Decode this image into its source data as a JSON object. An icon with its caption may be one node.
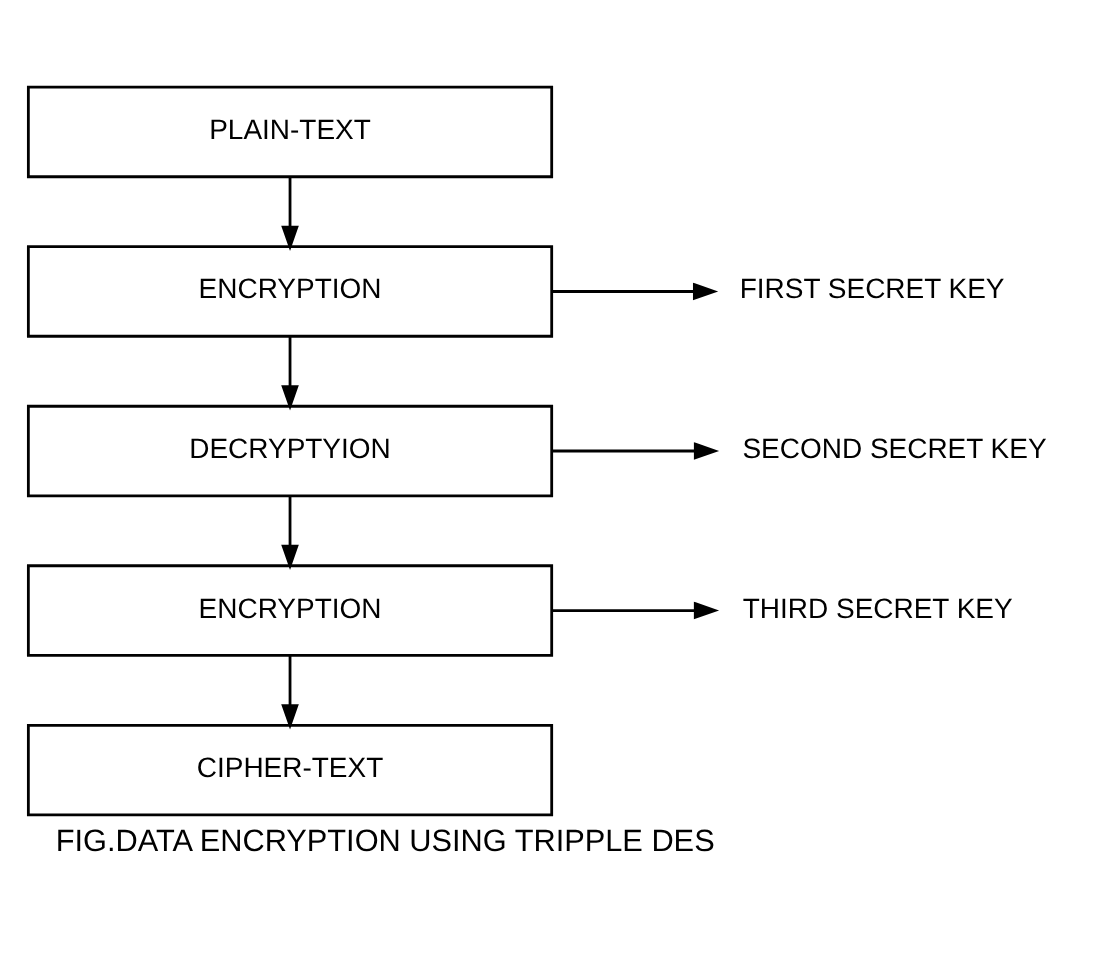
{
  "diagram": {
    "caption": "FIG.DATA ENCRYPTION USING TRIPPLE DES",
    "nodes": [
      {
        "text": [
          "PLAIN-TEXT"
        ]
      },
      {
        "text": [
          "ENCRYPTION"
        ]
      },
      {
        "text": [
          "DECRYPTYION"
        ]
      },
      {
        "text": [
          "ENCRYPTION"
        ]
      },
      {
        "text": [
          "CIPHER-TEXT"
        ]
      },
      {
        "text": [
          "FIRST SECRET KEY"
        ]
      },
      {
        "text": [
          "SECOND SECRET KEY"
        ]
      },
      {
        "text": [
          "THIRD SECRET KEY"
        ]
      }
    ],
    "edges": [
      {
        "from": 0,
        "to": 1,
        "arrow": "to"
      },
      {
        "from": 1,
        "to": 2,
        "arrow": "to"
      },
      {
        "from": 2,
        "to": 3,
        "arrow": "to"
      },
      {
        "from": 3,
        "to": 4,
        "arrow": "to"
      },
      {
        "from": 1,
        "to": 5,
        "arrow": "to"
      },
      {
        "from": 2,
        "to": 6,
        "arrow": "to"
      },
      {
        "from": 3,
        "to": 7,
        "arrow": "to"
      }
    ]
  }
}
